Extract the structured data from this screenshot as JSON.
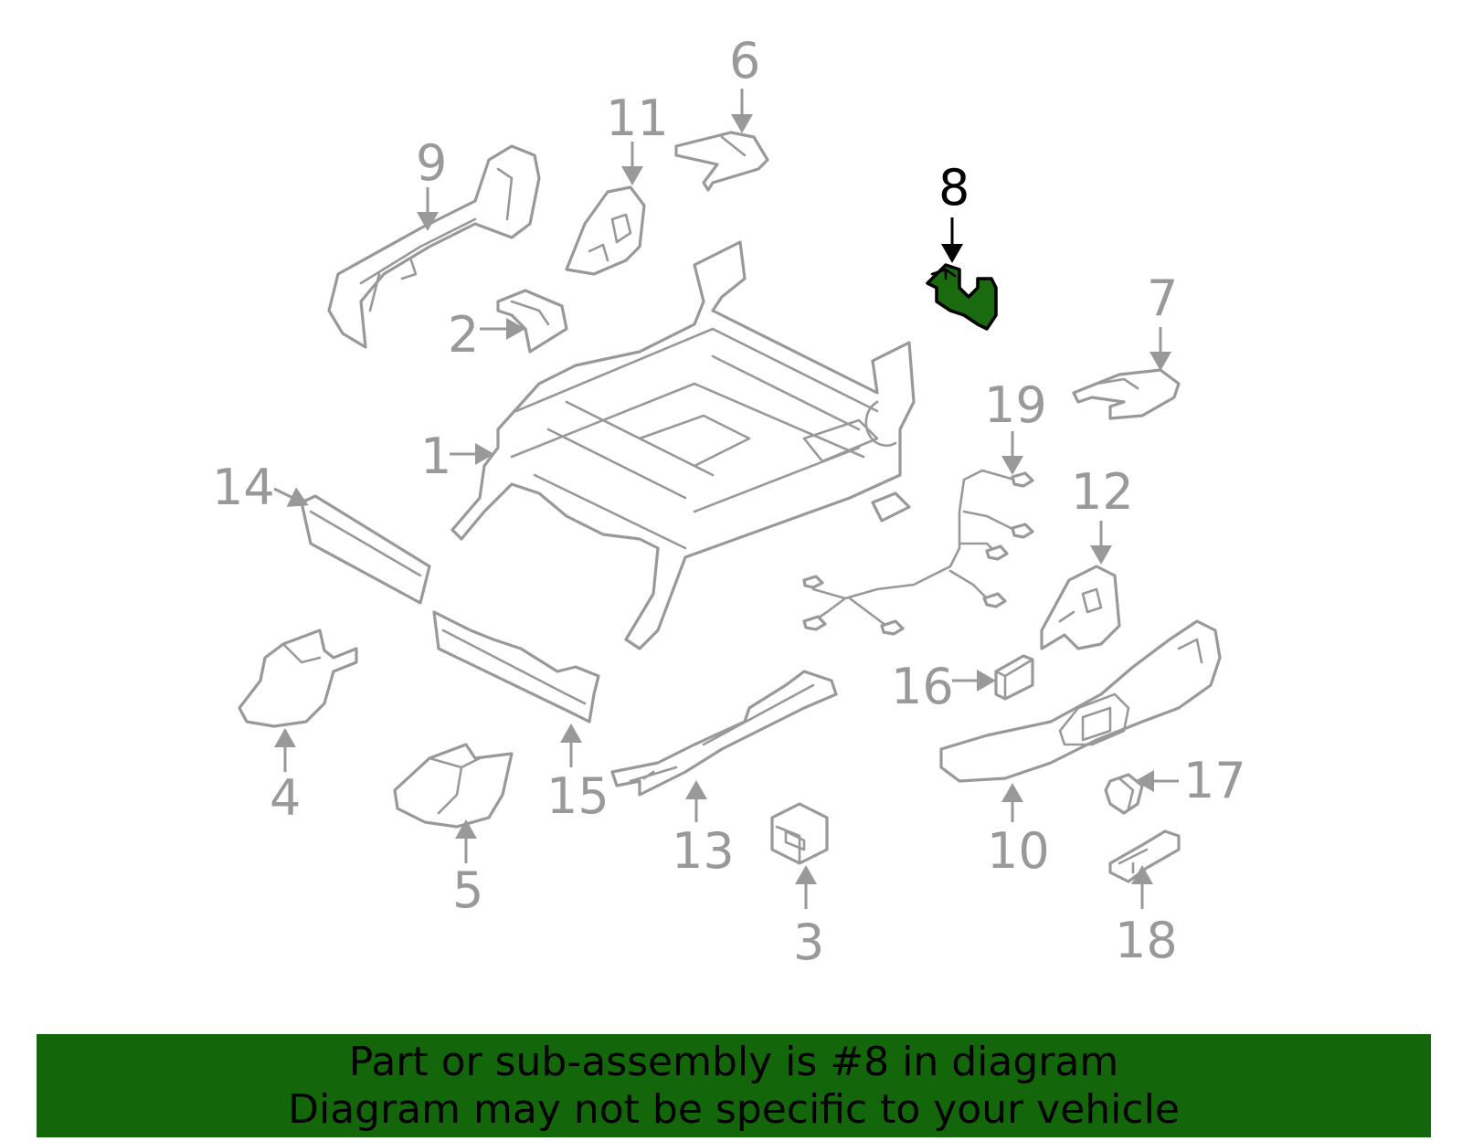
{
  "diagram": {
    "highlight_color": "#1a6b10",
    "part_outline_color": "#999999",
    "highlighted_part": "8",
    "callouts": [
      "1",
      "2",
      "3",
      "4",
      "5",
      "6",
      "7",
      "8",
      "9",
      "10",
      "11",
      "12",
      "13",
      "14",
      "15",
      "16",
      "17",
      "18",
      "19"
    ]
  },
  "banner": {
    "background": "#136609",
    "line1": "Part or sub-assembly is #8 in diagram",
    "line2": "Diagram may not be specific to your vehicle"
  }
}
